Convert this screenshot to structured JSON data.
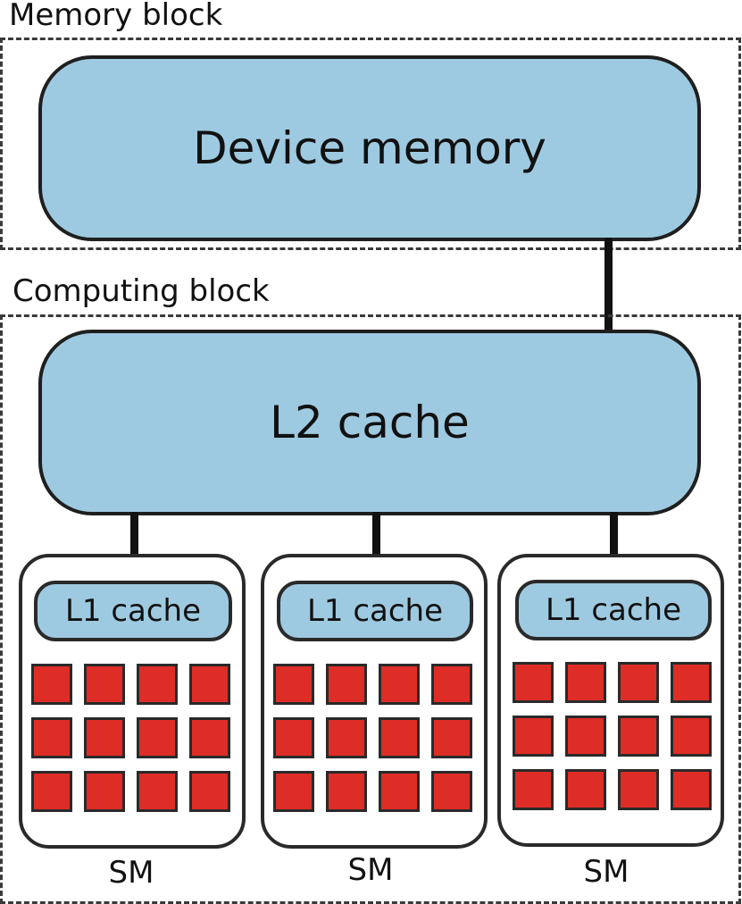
{
  "memory_block": {
    "label": "Memory block",
    "device_memory_label": "Device memory"
  },
  "computing_block": {
    "label": "Computing block",
    "l2_label": "L2 cache",
    "sms": [
      {
        "l1_label": "L1 cache",
        "label": "SM",
        "cores": 12
      },
      {
        "l1_label": "L1 cache",
        "label": "SM",
        "cores": 12
      },
      {
        "l1_label": "L1 cache",
        "label": "SM",
        "cores": 12
      }
    ]
  },
  "colors": {
    "memory_fill": "#9ecae1",
    "core_fill": "#de2d26",
    "outline": "#1f1f1f"
  }
}
